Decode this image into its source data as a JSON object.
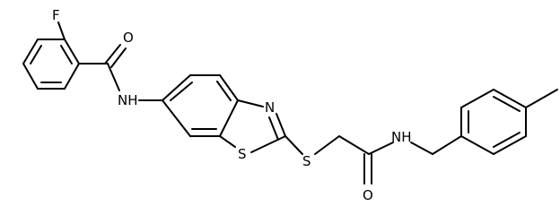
{
  "molecule": {
    "atoms": {
      "fluorine": "F",
      "amide_oxygen_left": "O",
      "amide_nh_left": "NH",
      "thiazole_nitrogen": "N",
      "thiazole_sulfur": "S",
      "thioether_sulfur": "S",
      "amide_oxygen_right": "O",
      "amide_nh_right": "NH"
    },
    "colors": {
      "bond": "#000000",
      "label": "#000000",
      "background": "#ffffff"
    }
  }
}
